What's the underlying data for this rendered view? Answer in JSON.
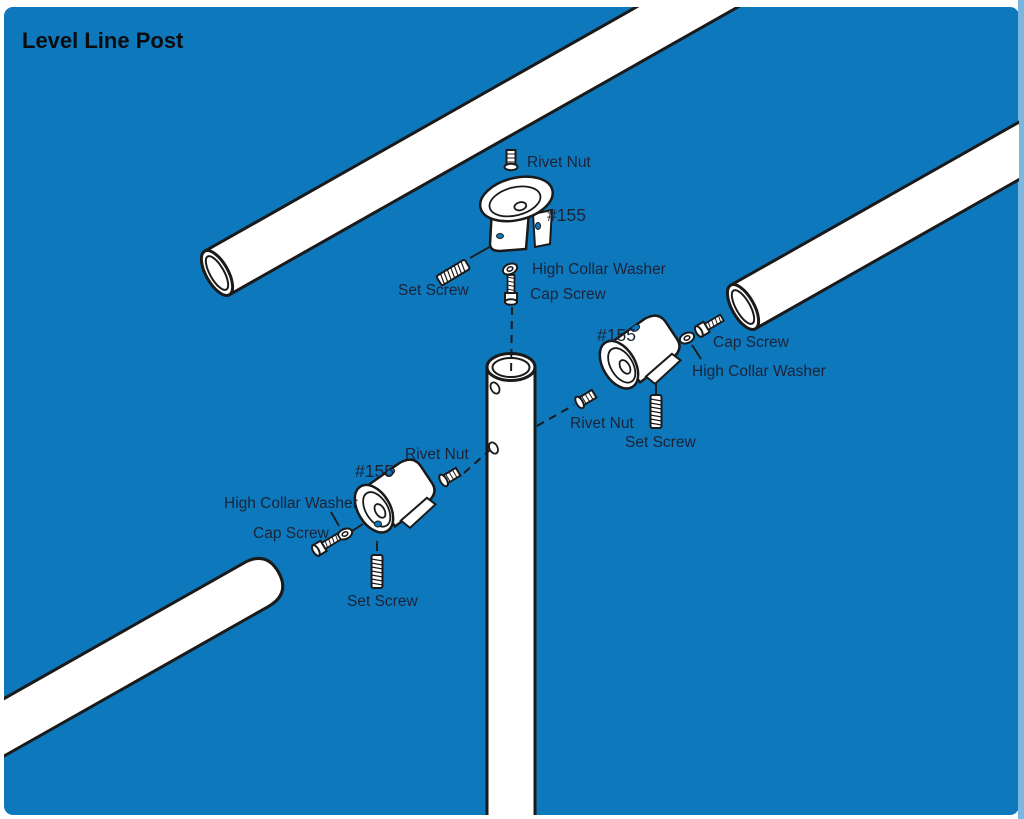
{
  "title": "Level Line Post",
  "assemblies": {
    "top": {
      "part_number": "#155",
      "rivet_nut": "Rivet Nut",
      "set_screw": "Set Screw",
      "high_collar_washer": "High Collar Washer",
      "cap_screw": "Cap Screw"
    },
    "right": {
      "part_number": "#155",
      "cap_screw": "Cap Screw",
      "high_collar_washer": "High Collar Washer",
      "rivet_nut": "Rivet Nut",
      "set_screw": "Set Screw"
    },
    "left": {
      "part_number": "#155",
      "rivet_nut": "Rivet Nut",
      "high_collar_washer": "High Collar Washer",
      "cap_screw": "Cap Screw",
      "set_screw": "Set Screw"
    }
  },
  "colors": {
    "background": "#0e78bd",
    "outline": "#1a1a1a",
    "part_fill": "#ffffff",
    "label_text": "#1c2336",
    "title_text": "#0b0b10",
    "edge_strip": "#7ab7e0",
    "hole_blue": "#0e78bd"
  }
}
